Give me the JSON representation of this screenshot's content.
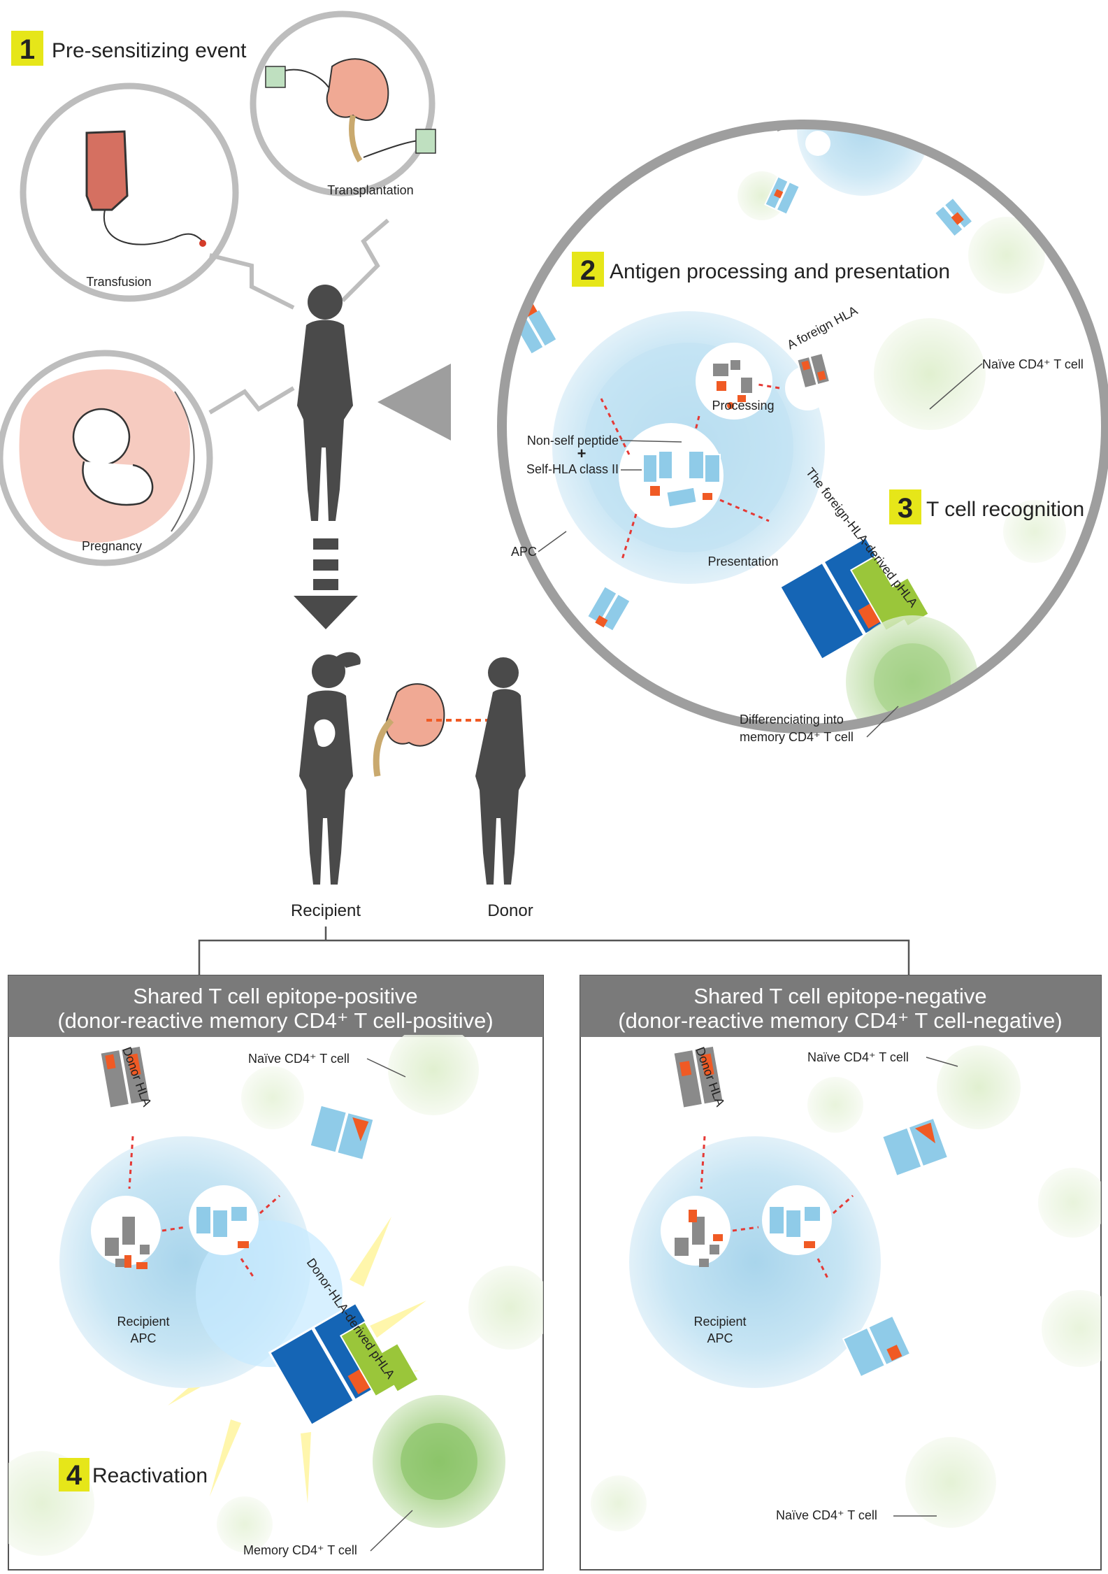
{
  "steps": {
    "s1": {
      "num": "1",
      "label": "Pre-sensitizing event"
    },
    "s2": {
      "num": "2",
      "label": "Antigen processing and presentation"
    },
    "s3": {
      "num": "3",
      "label": "T cell recognition"
    },
    "s4": {
      "num": "4",
      "label": "Reactivation"
    }
  },
  "events": {
    "transfusion": "Transfusion",
    "transplantation": "Transplantation",
    "pregnancy": "Pregnancy"
  },
  "zoom_labels": {
    "foreign_hla": "A foreign HLA",
    "processing": "Processing",
    "naive_t": "Naïve CD4⁺ T cell",
    "non_self_peptide": "Non-self peptide",
    "plus": "+",
    "self_hla": "Self-HLA class II",
    "apc": "APC",
    "presentation": "Presentation",
    "foreign_phla": "The foreign-HLA-derived pHLA",
    "memory_line1": "Differenciating into",
    "memory_line2": "memory CD4⁺ T cell"
  },
  "people": {
    "recipient": "Recipient",
    "donor": "Donor"
  },
  "panels": {
    "left": {
      "title1": "Shared T cell epitope-positive",
      "title2": "(donor-reactive memory CD4⁺ T cell-positive)",
      "donor_hla": "Donor HLA",
      "naive": "Naïve CD4⁺ T cell",
      "apc1": "Recipient",
      "apc2": "APC",
      "phla": "Donor-HLA-derived pHLA",
      "memory": "Memory CD4⁺ T cell"
    },
    "right": {
      "title1": "Shared T cell epitope-negative",
      "title2": "(donor-reactive memory CD4⁺ T cell-negative)",
      "donor_hla": "Donor HLA",
      "naive_top": "Naïve CD4⁺ T cell",
      "apc1": "Recipient",
      "apc2": "APC",
      "naive_bottom": "Naïve CD4⁺ T cell"
    }
  },
  "colors": {
    "badge": "#e6e619",
    "header": "#7a7a7a",
    "silhouette": "#4a4a4a",
    "hla_light": "#8fcbe8",
    "hla_dark": "#1565b5",
    "peptide": "#f05a24",
    "tcr": "#9ac63a",
    "apc": "#bfe1f2",
    "tcell": "#cfe6b5"
  }
}
